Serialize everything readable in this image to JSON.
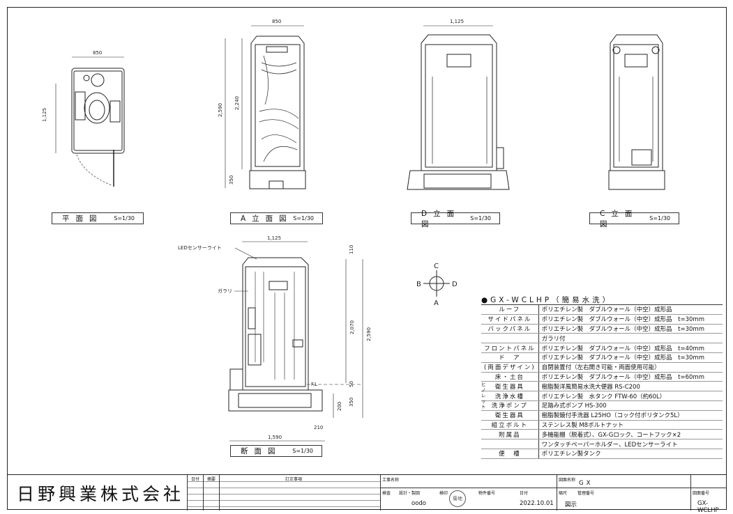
{
  "company": "日野興業株式会社",
  "views": {
    "plan": {
      "name": "平面図",
      "scale": "S=1/30",
      "dim_w": "850",
      "dim_h": "1,125"
    },
    "a": {
      "name": "A立面図",
      "scale": "S=1/30",
      "dim_w": "850",
      "dim_total": "2,590",
      "dim_body": "2,240",
      "dim_base": "350"
    },
    "d": {
      "name": "D立面図",
      "scale": "S=1/30",
      "dim_w": "1,125"
    },
    "c": {
      "name": "C立面図",
      "scale": "S=1/30"
    },
    "section": {
      "name": "断面図",
      "scale": "S=1/30",
      "dim_top": "1,125",
      "dim_110": "110",
      "dim_2070": "2,070",
      "dim_2590": "2,590",
      "dim_50": "50",
      "dim_350": "350",
      "dim_200": "200",
      "dim_210": "210",
      "dim_1590": "1,590",
      "fl": "F.L",
      "led_label": "LEDセンサーライト",
      "garari_label": "ガラリ"
    }
  },
  "compass": {
    "n": "C",
    "s": "A",
    "w": "B",
    "e": "D"
  },
  "spec": {
    "title": "●GX-WCLHP（簡易水洗）",
    "group_label": "ヒノレット",
    "rows": [
      {
        "k": "ルーフ",
        "v": "ポリエチレン製　ダブルウォール（中空）成形品"
      },
      {
        "k": "サイドパネル",
        "v": "ポリエチレン製　ダブルウォール（中空）成形品　t=30mm"
      },
      {
        "k": "バックパネル",
        "v": "ポリエチレン製　ダブルウォール（中空）成形品　t=30mm"
      },
      {
        "k": "",
        "v": "ガラリ付"
      },
      {
        "k": "フロントパネル",
        "v": "ポリエチレン製　ダブルウォール（中空）成形品　t=40mm"
      },
      {
        "k": "ド　ア",
        "v": "ポリエチレン製　ダブルウォール（中空）成形品　t=30mm"
      },
      {
        "k": "(両面デザイン)",
        "v": "自閉装置付（左右開き可能・両面使用可能）"
      },
      {
        "k": "床・土台",
        "v": "ポリエチレン製　ダブルウォール（中空）成形品　t=60mm"
      },
      {
        "k": "衛生器具",
        "v": "樹脂製洋風簡易水洗大便器 RS-C200"
      },
      {
        "k": "洗浄水槽",
        "v": "ポリエチレン製　水タンク FTW-60（約60L）"
      },
      {
        "k": "洗浄ポンプ",
        "v": "足踏み式ポンプ HS-300"
      },
      {
        "k": "衛生器具",
        "v": "樹脂製鏡付手洗器 L25HO（コック付ポリタンク5L）"
      },
      {
        "k": "組立ボルト",
        "v": "ステンレス製 M8ボルトナット"
      },
      {
        "k": "附属品",
        "v": "多機能棚（脱着式）、GX-Gロック、コートフック×2"
      },
      {
        "k": "",
        "v": "ワンタッチペーパーホルダー、LEDセンサーライト"
      },
      {
        "k": "便　槽",
        "v": "ポリエチレン製タンク"
      }
    ]
  },
  "titleblock": {
    "h_date": "日付",
    "h_mark": "摘要",
    "h_rev": "訂正事項",
    "h_work": "工事名称",
    "h_drawname": "図面名称",
    "drawname": "GX",
    "h_inspect": "検査",
    "h_design": "設計・製図",
    "designer": "oodo",
    "h_approve": "検印",
    "stamp": "菊地",
    "h_custno": "物件番号",
    "h_date2": "日付",
    "date": "2022.10.01",
    "h_scale": "縮尺",
    "scale": "図示",
    "h_mgmt": "管理番号",
    "h_dwgno": "図面番号",
    "dwgno": "GX-WCLHP"
  }
}
